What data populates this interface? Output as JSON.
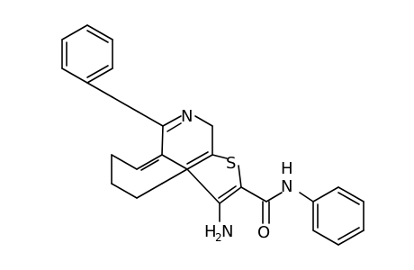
{
  "atoms": {
    "n_ring": "N",
    "s_ring": "S",
    "amide_n": "N",
    "amide_h": "H",
    "amide_o": "O",
    "amino_n": "N",
    "amino_h": "H",
    "amino_sub": "2"
  },
  "colors": {
    "bond": "#000000",
    "label": "#000000",
    "background": "#ffffff"
  }
}
